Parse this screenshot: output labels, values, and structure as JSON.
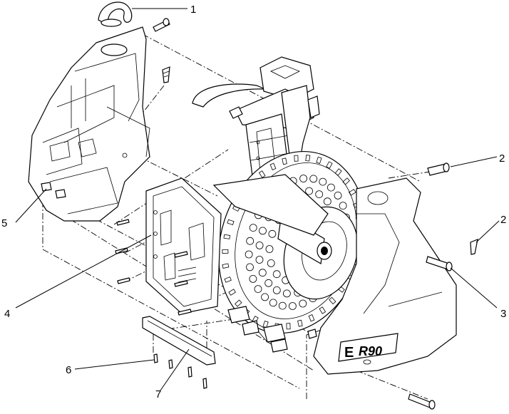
{
  "callouts": [
    {
      "id": "c1",
      "label": "1"
    },
    {
      "id": "c2a",
      "label": "2"
    },
    {
      "id": "c2b",
      "label": "2"
    },
    {
      "id": "c3",
      "label": "3"
    },
    {
      "id": "c4",
      "label": "4"
    },
    {
      "id": "c5",
      "label": "5"
    },
    {
      "id": "c6",
      "label": "6"
    },
    {
      "id": "c7",
      "label": "7"
    }
  ],
  "logo": {
    "brand_mark": "E",
    "model_text": "R90"
  }
}
